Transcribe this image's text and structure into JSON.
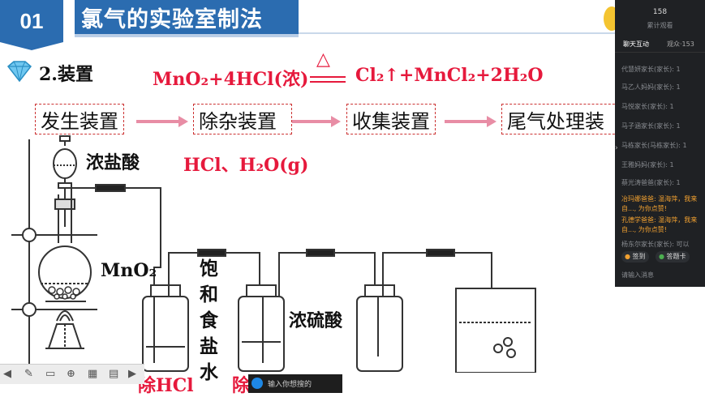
{
  "slide": {
    "number": "01",
    "title": "氯气的实验室制法",
    "section_label": "2.装置",
    "equation": {
      "left": "MnO₂+4HCl(浓)",
      "condition": "△",
      "right": "Cl₂↑+MnCl₂+2H₂O"
    },
    "flow": [
      "发生装置",
      "除杂装置",
      "收集装置",
      "尾气处理装"
    ],
    "impurities": "HCl、H₂O(g)",
    "labels": {
      "conc_hcl": "浓盐酸",
      "mno2": "MnO₂",
      "brine": "饱和食盐水",
      "conc_h2so4": "浓硫酸",
      "remove_hcl": "除HCl",
      "remove_prefix": "除"
    }
  },
  "live_panel": {
    "count": "158",
    "count_label": "累计观看",
    "tabs": [
      "聊天互动",
      "观众·153"
    ],
    "messages": [
      "代慧妍家长(家长): 1",
      "马乙人妈妈(家长): 1",
      "马悦家长(家长): 1",
      "马子涵家长(家长): 1",
      "马栋家长(马栋家长): 1",
      "王雅妈妈(家长): 1",
      "蔡光涛爸爸(家长): 1"
    ],
    "praise_messages": [
      "冶玛娜爸爸: 温海萍，我来自..., 为你点赞!",
      "孔德学爸爸: 温海萍，我来自..., 为你点赞!"
    ],
    "last_message": "杨东尔家长(家长): 可以",
    "buttons": [
      "签到",
      "答题卡"
    ],
    "input_placeholder": "请输入消息"
  },
  "taskbar": {
    "search_placeholder": "输入你想搜的"
  },
  "colors": {
    "header_blue": "#2b6cb0",
    "equation_red": "#e6193c",
    "flow_arrow": "#e88da5"
  }
}
